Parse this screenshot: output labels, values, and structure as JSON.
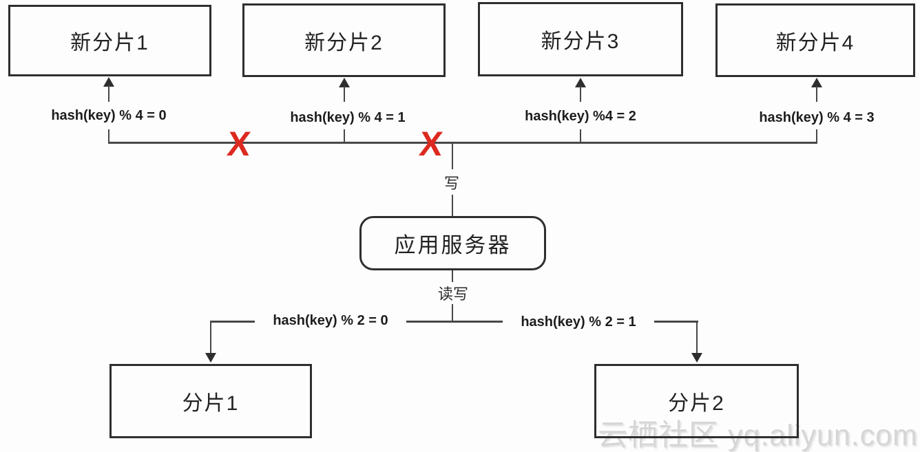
{
  "diagram": {
    "title_semantics": "hash-based resharding diagram",
    "top_shards": [
      {
        "label": "新分片1",
        "hash_label": "hash(key) % 4 = 0"
      },
      {
        "label": "新分片2",
        "hash_label": "hash(key) % 4 = 1"
      },
      {
        "label": "新分片3",
        "hash_label": "hash(key) %4 = 2"
      },
      {
        "label": "新分片4",
        "hash_label": "hash(key) % 4 = 3"
      }
    ],
    "crosses": [
      "X",
      "X"
    ],
    "write_label": "写",
    "app_server_label": "应用服务器",
    "read_write_label": "读写",
    "bottom_shards": [
      {
        "label": "分片1",
        "hash_label": "hash(key) % 2 = 0"
      },
      {
        "label": "分片2",
        "hash_label": "hash(key) % 2 = 1"
      }
    ],
    "watermark": "云栖社区 yq.aliyun.com",
    "colors": {
      "line": "#474747",
      "box_border": "#2e2e2e",
      "cross": "#dc2a20",
      "watermark": "#d6d6d6"
    }
  }
}
